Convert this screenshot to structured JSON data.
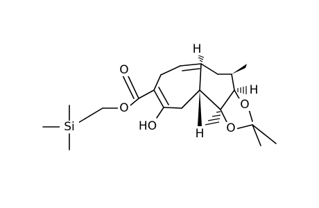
{
  "molecule": {
    "atom_labels": {
      "carbonyl_oxygen": "O",
      "ester_oxygen": "O",
      "silicon": "Si",
      "hydroxyl": "HO",
      "ring_hydrogen_top": "H",
      "ring_hydrogen_right": "H",
      "ring_hydrogen_bottom": "H",
      "dioxolane_oxygen_upper": "O",
      "dioxolane_oxygen_lower": "O"
    }
  }
}
